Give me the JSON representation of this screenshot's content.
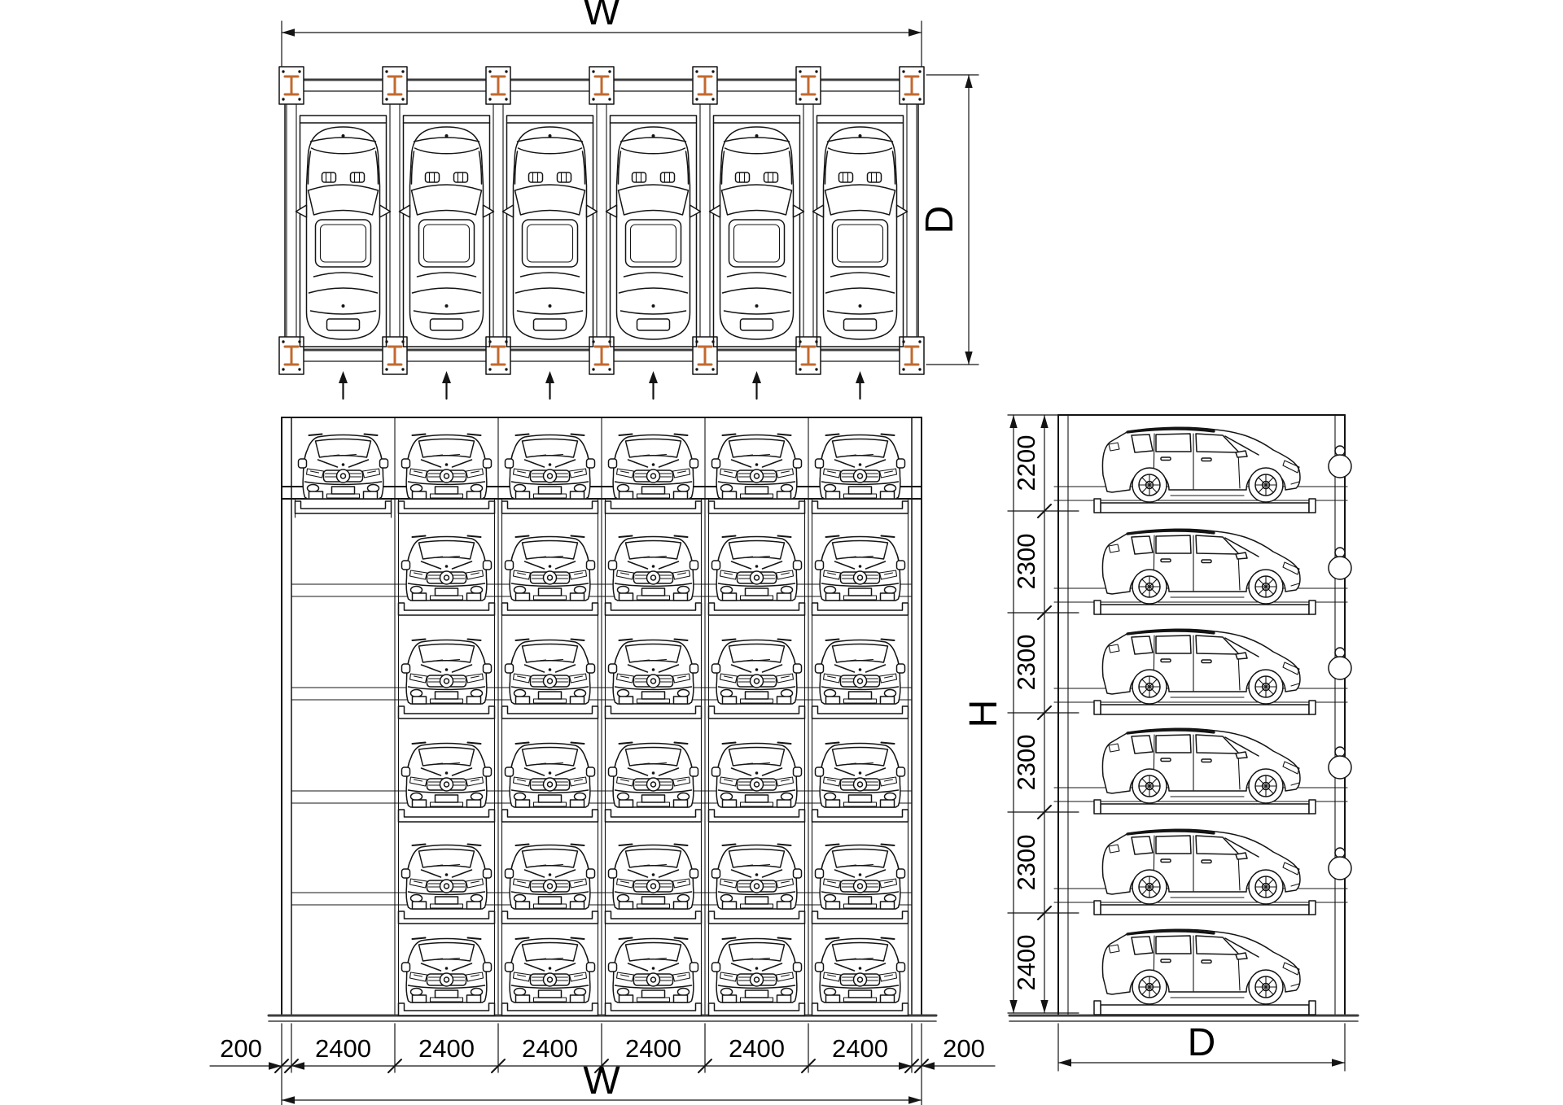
{
  "plan_view": {
    "width_label": "W",
    "depth_label": "D",
    "bay_count": 6,
    "car_count": 6
  },
  "front_elevation": {
    "dim_chain": [
      "200",
      "2400",
      "2400",
      "2400",
      "2400",
      "2400",
      "2400",
      "200"
    ],
    "width_label": "W",
    "rows": 6,
    "columns": 6,
    "car_count": 31,
    "empty_bay_column": 1
  },
  "side_elevation": {
    "level_heights": [
      "2200",
      "2300",
      "2300",
      "2300",
      "2300",
      "2400"
    ],
    "height_label": "H",
    "depth_label": "D",
    "car_count": 6,
    "hoist_count": 5
  },
  "colors": {
    "line": "#141414",
    "beam": "#3d3d3d",
    "accent_steel": "#c2692f"
  }
}
